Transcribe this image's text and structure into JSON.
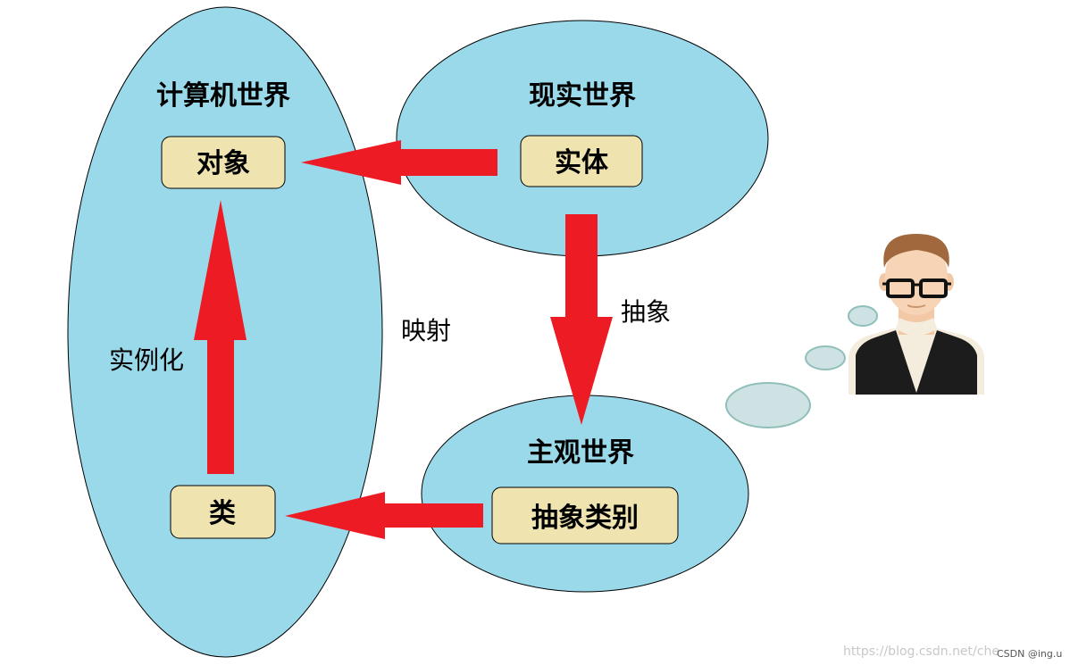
{
  "worlds": {
    "computer": {
      "title": "计算机世界"
    },
    "real": {
      "title": "现实世界"
    },
    "subjective": {
      "title": "主观世界"
    }
  },
  "boxes": {
    "object": "对象",
    "entity": "实体",
    "class": "类",
    "abstract_category": "抽象类别"
  },
  "edges": {
    "abstraction": "抽象",
    "mapping": "映射",
    "instantiation": "实例化"
  },
  "watermark": {
    "url": "https://blog.csdn.net/che",
    "csdn": "CSDN @ing.u"
  },
  "colors": {
    "world_fill": "#9ad9ea",
    "box_fill": "#efe3b0",
    "arrow": "#ed1c24",
    "thought_bubble": "#cfe2e3"
  }
}
